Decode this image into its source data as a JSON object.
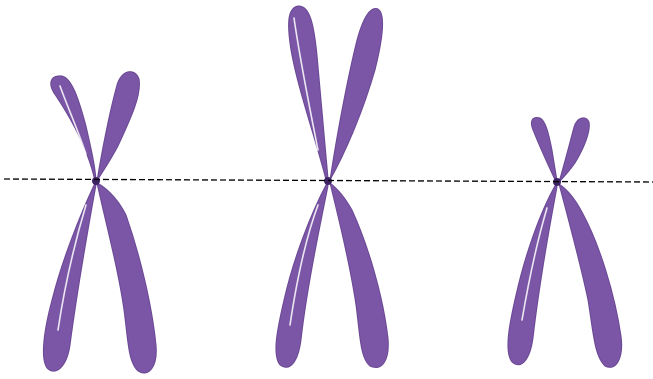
{
  "diagram": {
    "background": "#ffffff",
    "chromosome_color": "#7b56a6",
    "chromosome_edge": "#6a4894",
    "highlight_color": "#ffffff",
    "centromere_color": "#3d2362",
    "guide_line_color": "#000000",
    "guide_line_style": "dashed",
    "chromosomes": [
      {
        "id": "chromosome-1",
        "short_arm_length": 105,
        "long_arm_length": 190,
        "relative_size": "medium"
      },
      {
        "id": "chromosome-2",
        "short_arm_length": 175,
        "long_arm_length": 185,
        "relative_size": "large"
      },
      {
        "id": "chromosome-3",
        "short_arm_length": 65,
        "long_arm_length": 190,
        "relative_size": "small"
      }
    ]
  }
}
